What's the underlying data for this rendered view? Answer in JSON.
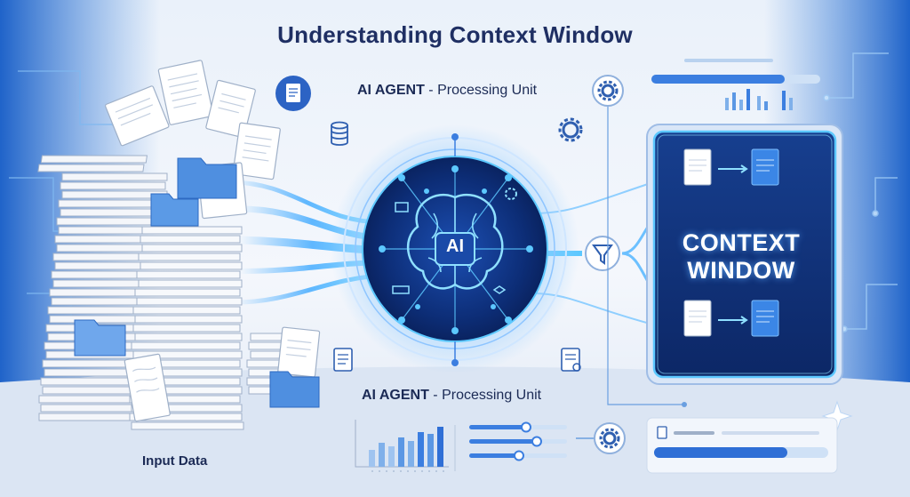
{
  "title": "Understanding Context Window",
  "agent_label_top": {
    "bold": "AI AGENT",
    "rest": " - Processing Unit"
  },
  "agent_label_bottom": {
    "bold": "AI AGENT",
    "rest": " - Processing Unit"
  },
  "core_label": "AI",
  "context_window_line1": "CONTEXT",
  "context_window_line2": "WINDOW",
  "input_label": "Input Data",
  "colors": {
    "navy": "#1f2f63",
    "accent": "#2f7fe0",
    "glow": "#5cc8ff",
    "panel": "#0e2a6b"
  },
  "icons": [
    "document-icon",
    "database-icon",
    "gear-icon",
    "filter-icon",
    "folder-icon",
    "bar-chart-icon",
    "slider-icon",
    "brain-icon",
    "sparkle-icon"
  ]
}
